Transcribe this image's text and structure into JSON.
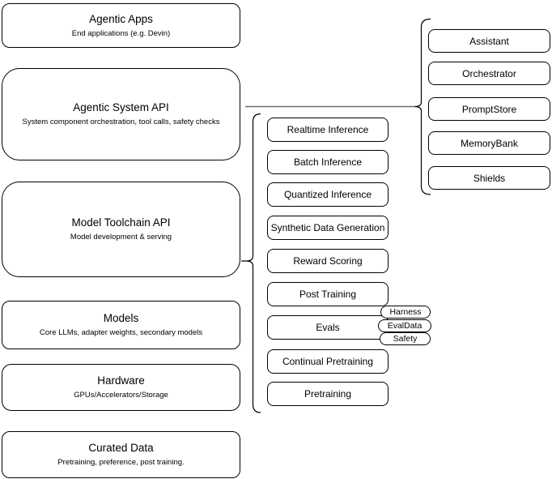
{
  "diagram": {
    "left_stack": [
      {
        "title": "Agentic Apps",
        "subtitle": "End applications (e.g. Devin)"
      },
      {
        "title": "Agentic System API",
        "subtitle": "System component orchestration, tool calls, safety checks"
      },
      {
        "title": "Model Toolchain API",
        "subtitle": "Model development & serving"
      },
      {
        "title": "Models",
        "subtitle": "Core LLMs, adapter weights, secondary models"
      },
      {
        "title": "Hardware",
        "subtitle": "GPUs/Accelerators/Storage"
      },
      {
        "title": "Curated Data",
        "subtitle": "Pretraining, preference, post training."
      }
    ],
    "toolchain_components": [
      "Realtime Inference",
      "Batch Inference",
      "Quantized Inference",
      "Synthetic Data Generation",
      "Reward Scoring",
      "Post Training",
      "Evals",
      "Continual Pretraining",
      "Pretraining"
    ],
    "evals_children": [
      "Harness",
      "EvalData",
      "Safety"
    ],
    "system_components": [
      "Assistant",
      "Orchestrator",
      "PromptStore",
      "MemoryBank",
      "Shields"
    ],
    "colors": {
      "box_border": "#000000",
      "box_fill": "#ffffff",
      "connector_gray": "#6b6b6b",
      "background": "#ffffff"
    }
  }
}
